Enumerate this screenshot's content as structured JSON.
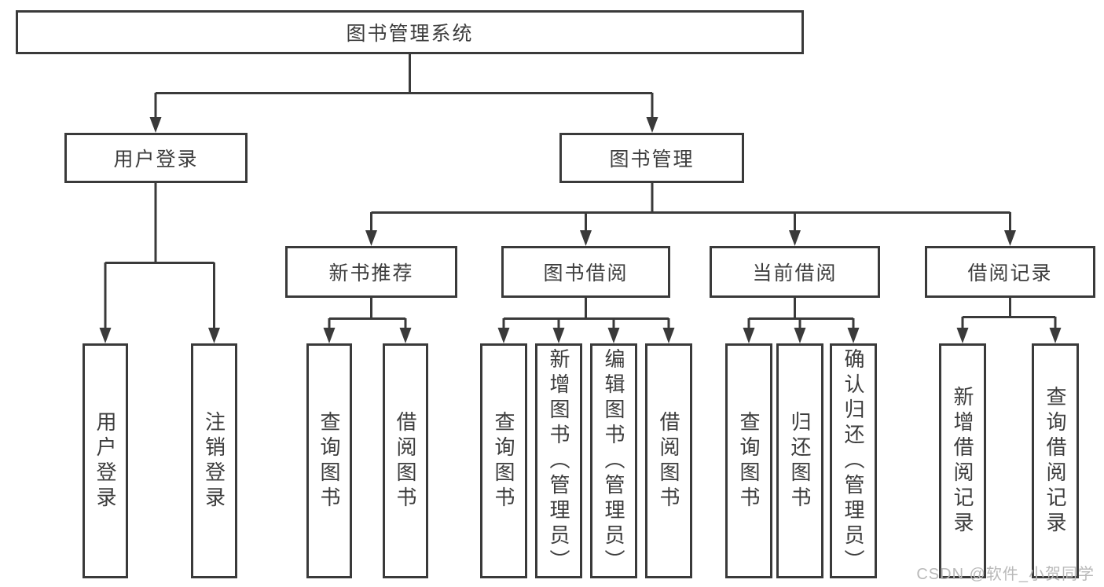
{
  "diagram": {
    "type": "hierarchy",
    "root": {
      "label": "图书管理系统",
      "children": [
        {
          "label": "用户登录",
          "children": [
            {
              "label": "用户登录"
            },
            {
              "label": "注销登录"
            }
          ]
        },
        {
          "label": "图书管理",
          "children": [
            {
              "label": "新书推荐",
              "children": [
                {
                  "label": "查询图书"
                },
                {
                  "label": "借阅图书"
                }
              ]
            },
            {
              "label": "图书借阅",
              "children": [
                {
                  "label": "查询图书"
                },
                {
                  "label": "新增图书（管理员）"
                },
                {
                  "label": "编辑图书（管理员）"
                },
                {
                  "label": "借阅图书"
                }
              ]
            },
            {
              "label": "当前借阅",
              "children": [
                {
                  "label": "查询图书"
                },
                {
                  "label": "归还图书"
                },
                {
                  "label": "确认归还（管理员）"
                }
              ]
            },
            {
              "label": "借阅记录",
              "children": [
                {
                  "label": "新增借阅记录"
                },
                {
                  "label": "查询借阅记录"
                }
              ]
            }
          ]
        }
      ]
    }
  },
  "colors": {
    "line": "#3a3a3a",
    "text": "#3d3d3d",
    "watermark": "#b9b9b9"
  },
  "watermark": {
    "text": "CSDN @软件_小贺同学"
  }
}
